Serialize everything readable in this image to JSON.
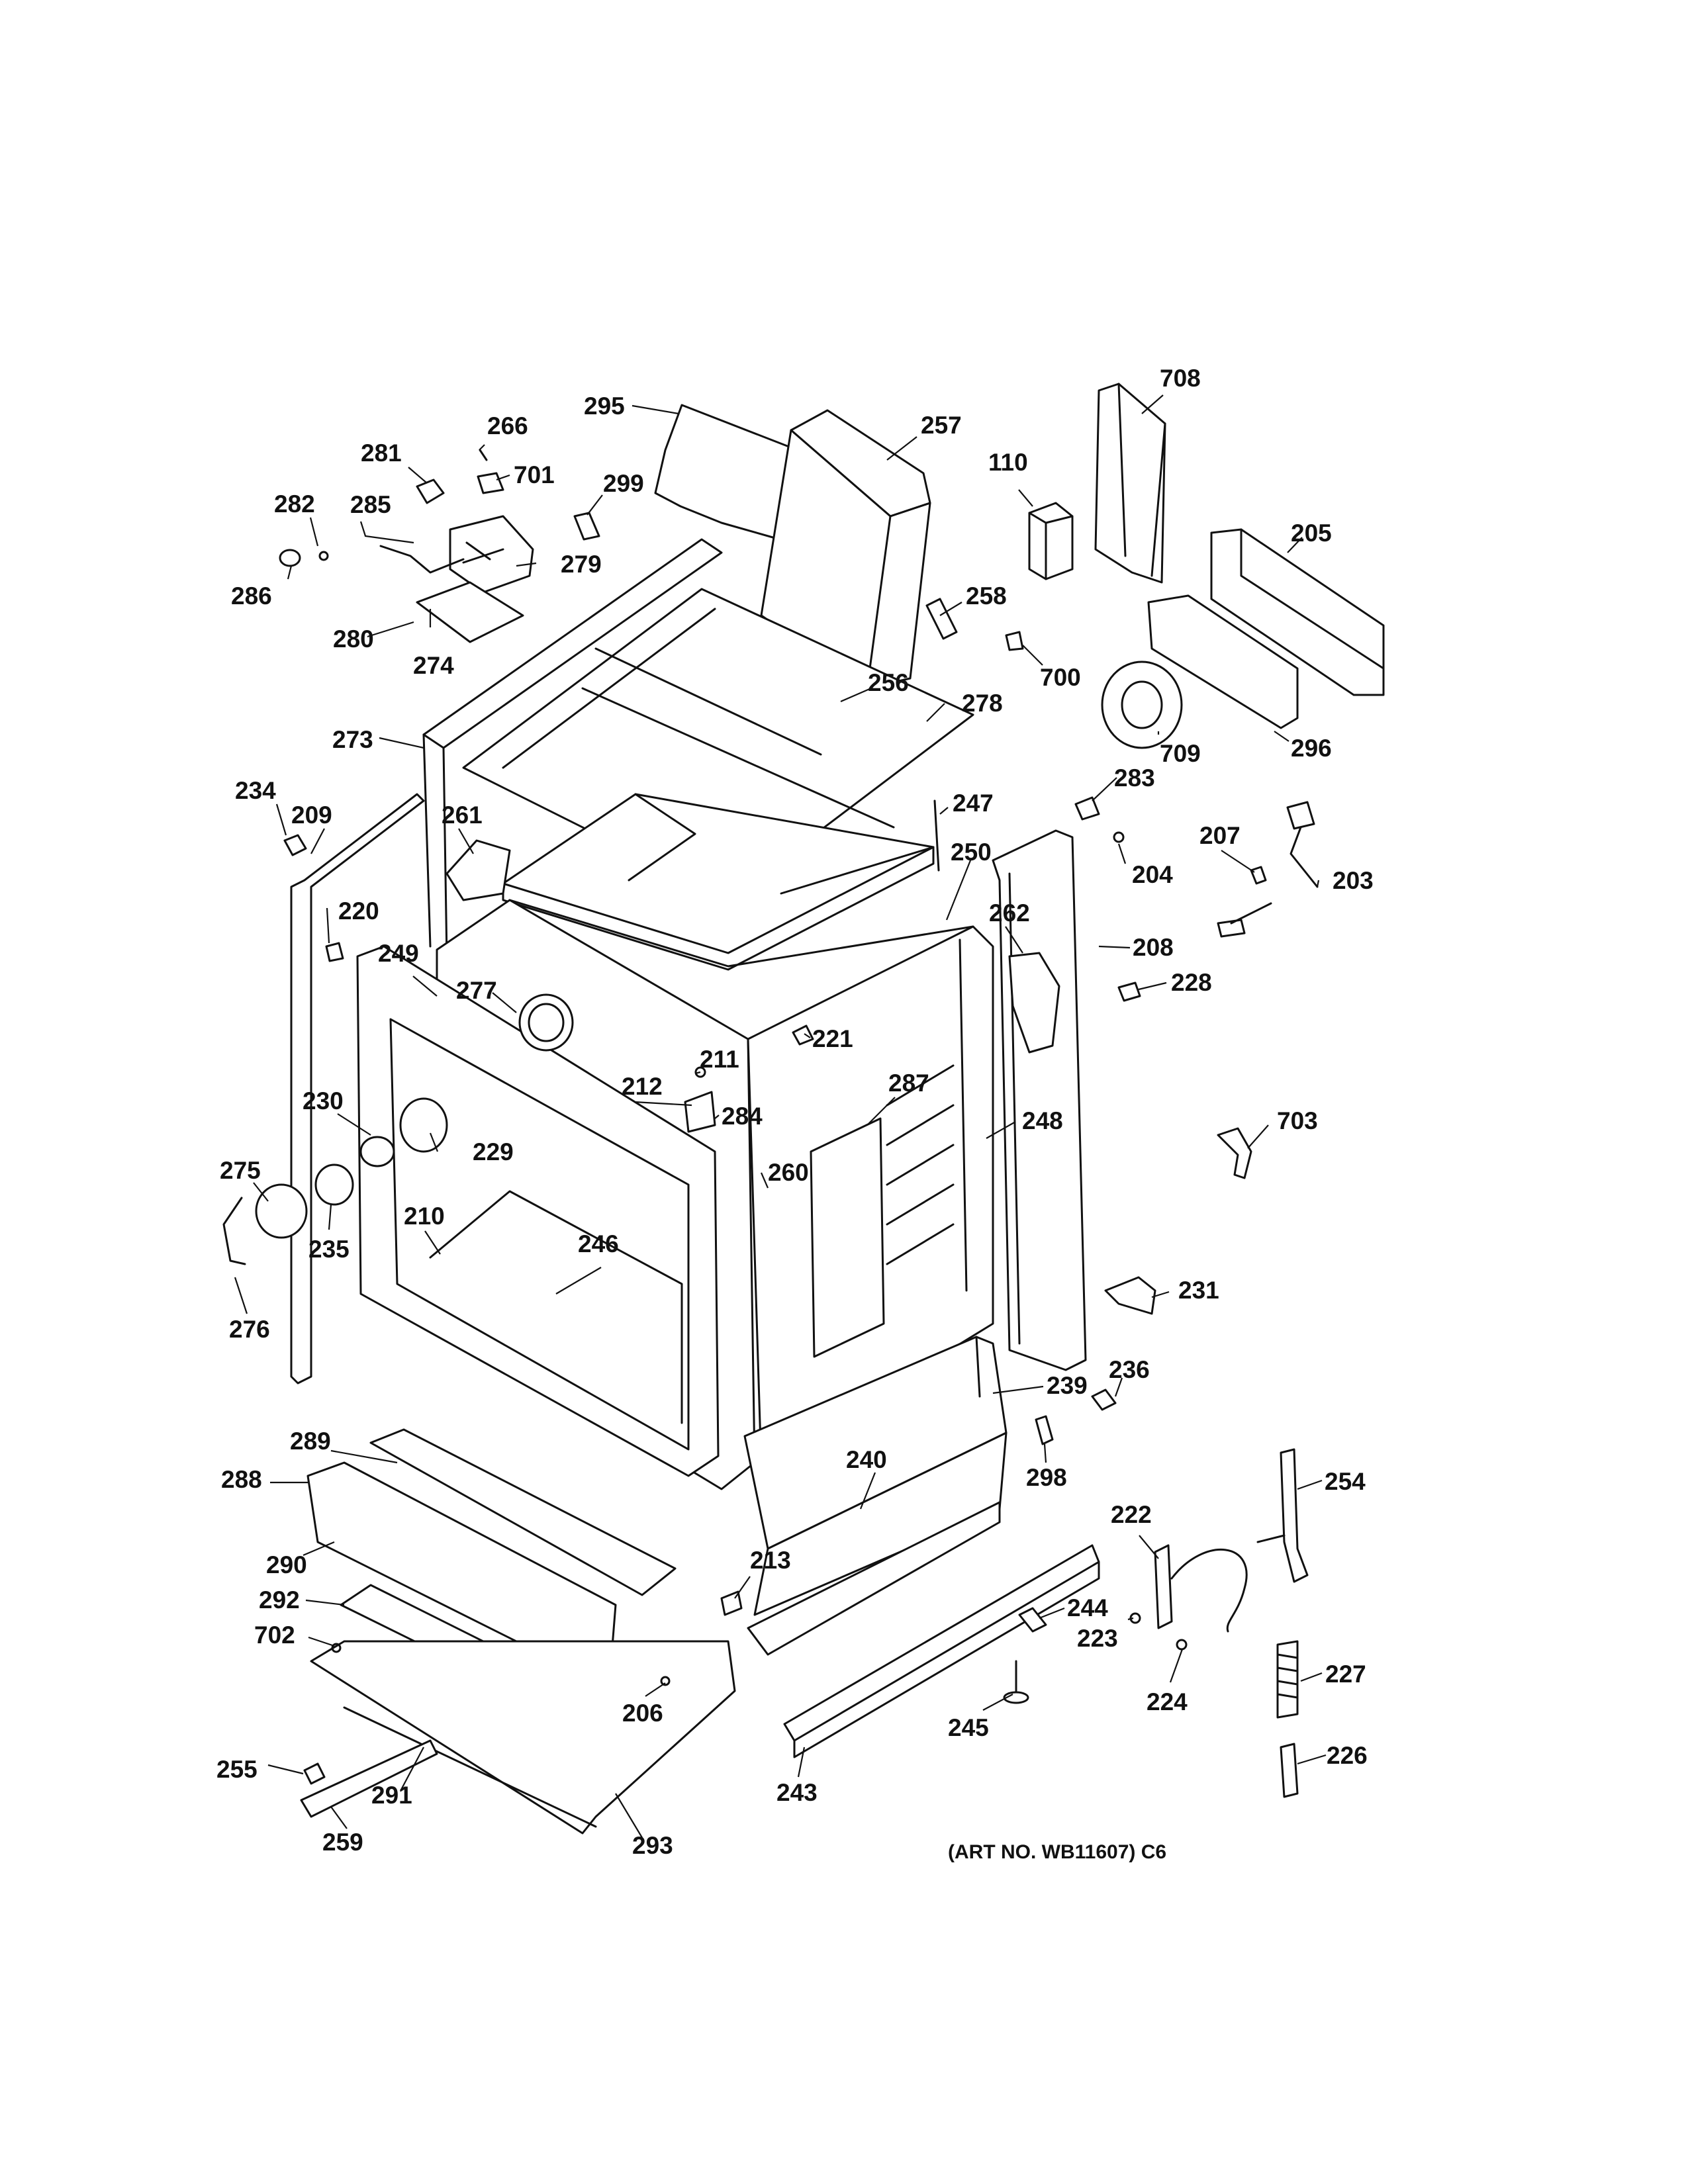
{
  "labels": {
    "p295": "295",
    "p266": "266",
    "p257": "257",
    "p708": "708",
    "p281": "281",
    "p701": "701",
    "p110": "110",
    "p299": "299",
    "p282": "282",
    "p285": "285",
    "p205": "205",
    "p279": "279",
    "p286": "286",
    "p258": "258",
    "p280": "280",
    "p274": "274",
    "p700": "700",
    "p256": "256",
    "p278": "278",
    "p709": "709",
    "p296": "296",
    "p273": "273",
    "p247": "247",
    "p283": "283",
    "p234": "234",
    "p209": "209",
    "p261": "261",
    "p250": "250",
    "p207": "207",
    "p204": "204",
    "p203": "203",
    "p220": "220",
    "p262": "262",
    "p208": "208",
    "p249": "249",
    "p228": "228",
    "p277": "277",
    "p221": "221",
    "p211": "211",
    "p212": "212",
    "p287": "287",
    "p230": "230",
    "p284": "284",
    "p248": "248",
    "p703": "703",
    "p229": "229",
    "p260": "260",
    "p275": "275",
    "p210": "210",
    "p246": "246",
    "p235": "235",
    "p231": "231",
    "p276": "276",
    "p236": "236",
    "p239": "239",
    "p289": "289",
    "p240": "240",
    "p298": "298",
    "p254": "254",
    "p288": "288",
    "p222": "222",
    "p213": "213",
    "p290": "290",
    "p292": "292",
    "p244": "244",
    "p702": "702",
    "p223": "223",
    "p227": "227",
    "p206": "206",
    "p224": "224",
    "p245": "245",
    "p255": "255",
    "p226": "226",
    "p291": "291",
    "p243": "243",
    "p259": "259",
    "p293": "293"
  },
  "art_number": "(ART NO. WB11607) C6"
}
